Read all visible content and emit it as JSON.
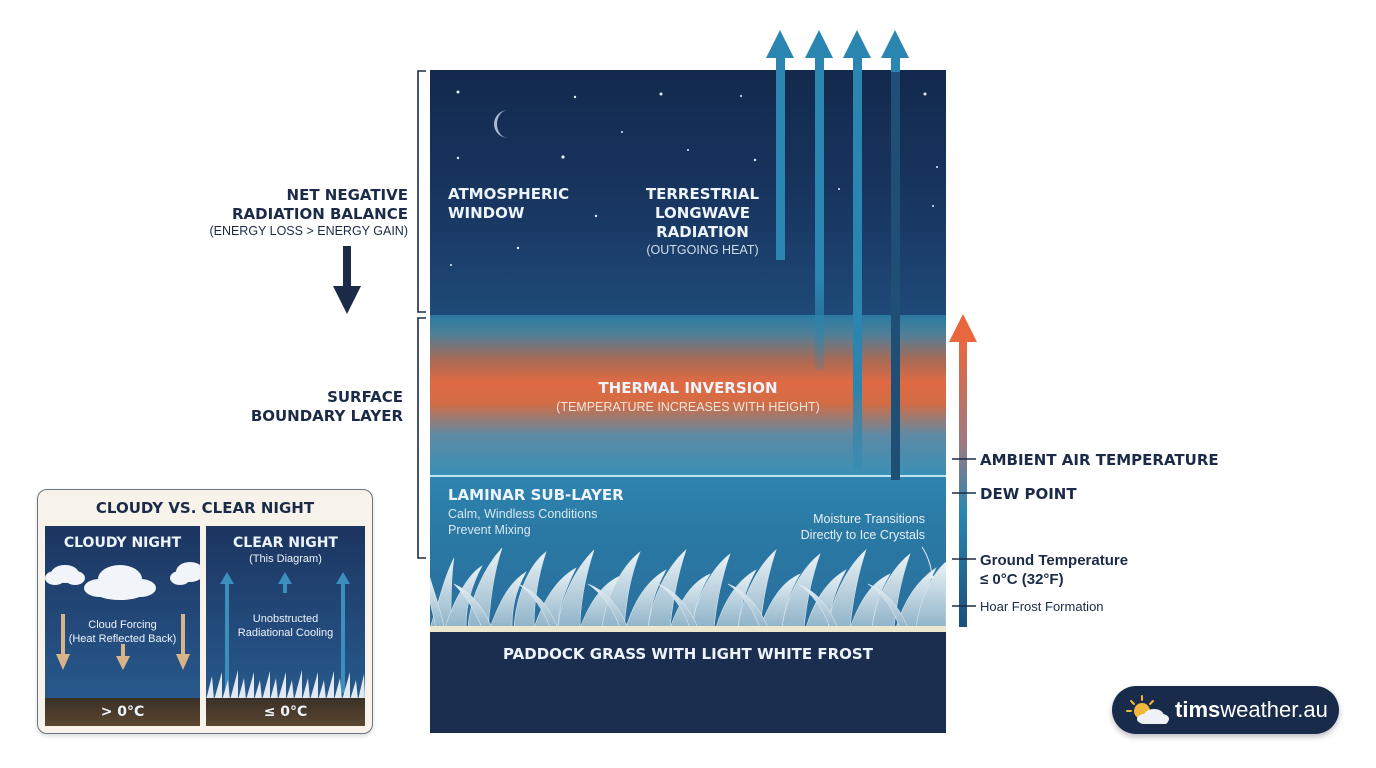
{
  "left_labels": {
    "net_negative_line1": "NET NEGATIVE",
    "net_negative_line2": "RADIATION BALANCE",
    "net_negative_sub": "(ENERGY LOSS > ENERGY GAIN)",
    "surface_line1": "SURFACE",
    "surface_line2": "BOUNDARY LAYER"
  },
  "column": {
    "atmospheric_window_line1": "ATMOSPHERIC",
    "atmospheric_window_line2": "WINDOW",
    "terrestrial_line1": "TERRESTRIAL",
    "terrestrial_line2": "LONGWAVE",
    "terrestrial_line3": "RADIATION",
    "terrestrial_sub": "(OUTGOING HEAT)",
    "inversion_title": "THERMAL INVERSION",
    "inversion_sub": "(TEMPERATURE INCREASES WITH HEIGHT)",
    "laminar_title": "LAMINAR SUB-LAYER",
    "laminar_sub1": "Calm, Windless Conditions",
    "laminar_sub2": "Prevent Mixing",
    "moisture_line1": "Moisture Transitions",
    "moisture_line2": "Directly to Ice Crystals",
    "ground_label": "PADDOCK GRASS WITH LIGHT WHITE FROST"
  },
  "right_labels": {
    "ambient": "AMBIENT AIR TEMPERATURE",
    "dew_point": "DEW POINT",
    "ground_temp_line1": "Ground Temperature",
    "ground_temp_line2": "≤ 0°C (32°F)",
    "hoar_frost": "Hoar Frost Formation"
  },
  "inset": {
    "title": "CLOUDY VS. CLEAR NIGHT",
    "cloudy_title": "CLOUDY NIGHT",
    "cloudy_sub1": "Cloud Forcing",
    "cloudy_sub2": "(Heat Reflected Back)",
    "cloudy_temp": "> 0°C",
    "clear_title": "CLEAR NIGHT",
    "clear_paren": "(This Diagram)",
    "clear_sub1": "Unobstructed",
    "clear_sub2": "Radiational Cooling",
    "clear_temp": "≤ 0°C"
  },
  "brand": {
    "bold": "tims",
    "rest": "weather.au"
  },
  "colors": {
    "navy": "#1b2b47",
    "sky_top": "#13294d",
    "inversion_orange": "#e06a43",
    "arrow_teal": "#2a86b0",
    "frost_white": "#eee7cf"
  },
  "icons": [
    "moon-icon",
    "star-icon",
    "down-arrow-icon",
    "up-arrow-icon",
    "cloud-icon",
    "sun-cloud-icon"
  ]
}
